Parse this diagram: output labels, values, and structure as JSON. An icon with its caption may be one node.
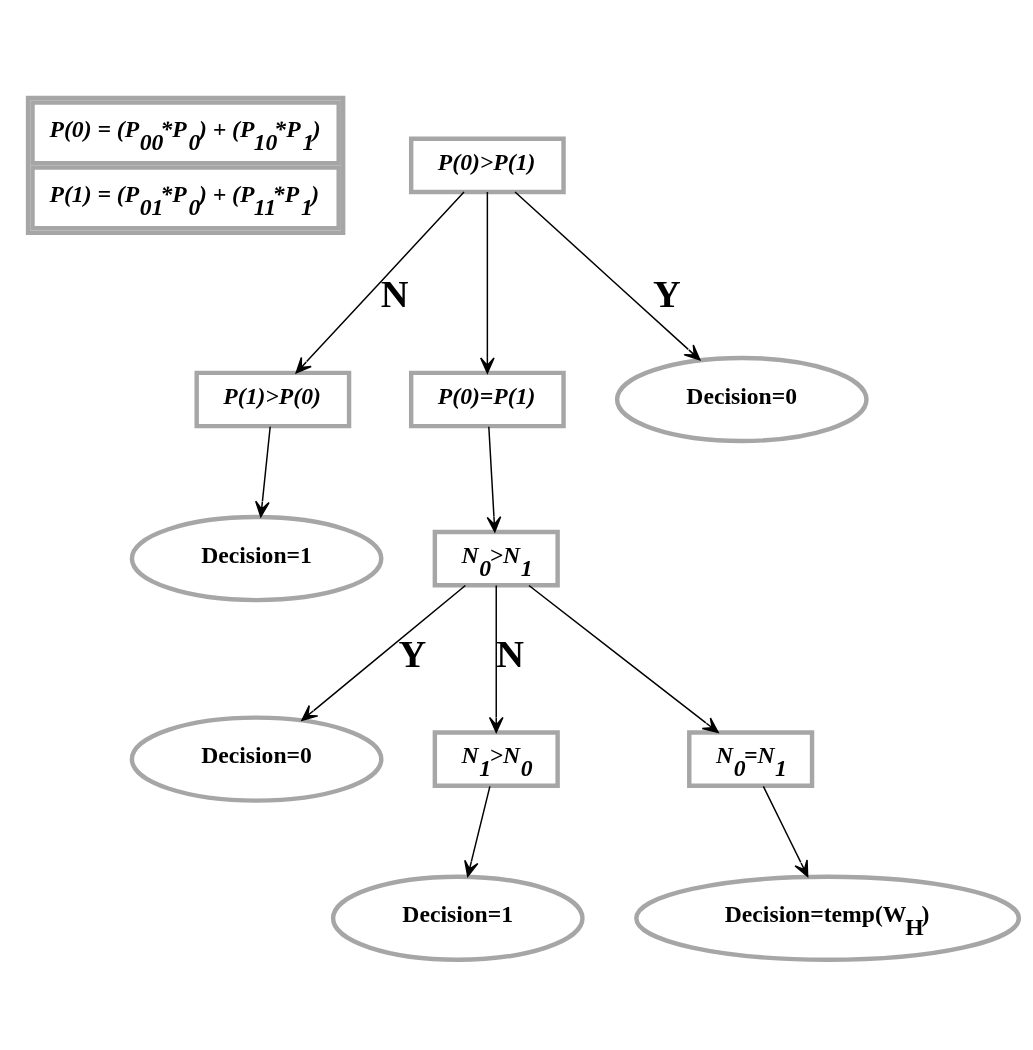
{
  "diagram": {
    "nodes": [
      {
        "text": [
          "P(0) = (P$_{00}$*P$_{0}$) + (P$_{10}$*P$_{1}$)",
          "P(1) = (P$_{01}$*P$_{0}$) + (P$_{11}$*P$_{1}$)"
        ]
      },
      {
        "text": [
          "P(0)>P(1)"
        ]
      },
      {
        "text": [
          "P(1)>P(0)"
        ]
      },
      {
        "text": [
          "P(0)=P(1)"
        ]
      },
      {
        "text": [
          "Decision=0"
        ]
      },
      {
        "text": [
          "Decision=1"
        ]
      },
      {
        "text": [
          "N$_{0}$>N$_{1}$"
        ]
      },
      {
        "text": [
          "Decision=0"
        ]
      },
      {
        "text": [
          "N$_{1}$>N$_{0}$"
        ]
      },
      {
        "text": [
          "N$_{0}$=N$_{1}$"
        ]
      },
      {
        "text": [
          "Decision=1"
        ]
      },
      {
        "text": [
          "Decision=temp(W$_{H}$)"
        ]
      }
    ],
    "edges": [
      {
        "from": 1,
        "to": 4,
        "arrow": "to",
        "label": "Y"
      },
      {
        "from": 1,
        "to": 2,
        "arrow": "to",
        "label": "N"
      },
      {
        "from": 1,
        "to": 3,
        "arrow": "to"
      },
      {
        "from": 2,
        "to": 5,
        "arrow": "to"
      },
      {
        "from": 3,
        "to": 6,
        "arrow": "to"
      },
      {
        "from": 6,
        "to": 7,
        "arrow": "to",
        "label": "Y"
      },
      {
        "from": 6,
        "to": 8,
        "arrow": "to",
        "label": "N"
      },
      {
        "from": 6,
        "to": 9,
        "arrow": "to"
      },
      {
        "from": 8,
        "to": 10,
        "arrow": "to"
      },
      {
        "from": 9,
        "to": 11,
        "arrow": "to"
      }
    ]
  }
}
